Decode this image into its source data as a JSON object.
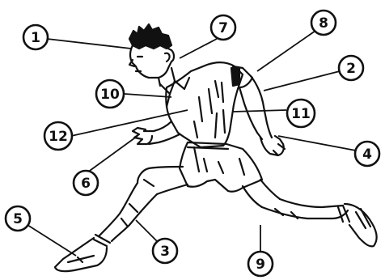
{
  "diagram": {
    "figure_icon": "running-man-line-drawing",
    "callouts": [
      {
        "id": "1",
        "label": "1"
      },
      {
        "id": "2",
        "label": "2"
      },
      {
        "id": "3",
        "label": "3"
      },
      {
        "id": "4",
        "label": "4"
      },
      {
        "id": "5",
        "label": "5"
      },
      {
        "id": "6",
        "label": "6"
      },
      {
        "id": "7",
        "label": "7"
      },
      {
        "id": "8",
        "label": "8"
      },
      {
        "id": "9",
        "label": "9"
      },
      {
        "id": "10",
        "label": "10"
      },
      {
        "id": "11",
        "label": "11"
      },
      {
        "id": "12",
        "label": "12"
      }
    ]
  }
}
